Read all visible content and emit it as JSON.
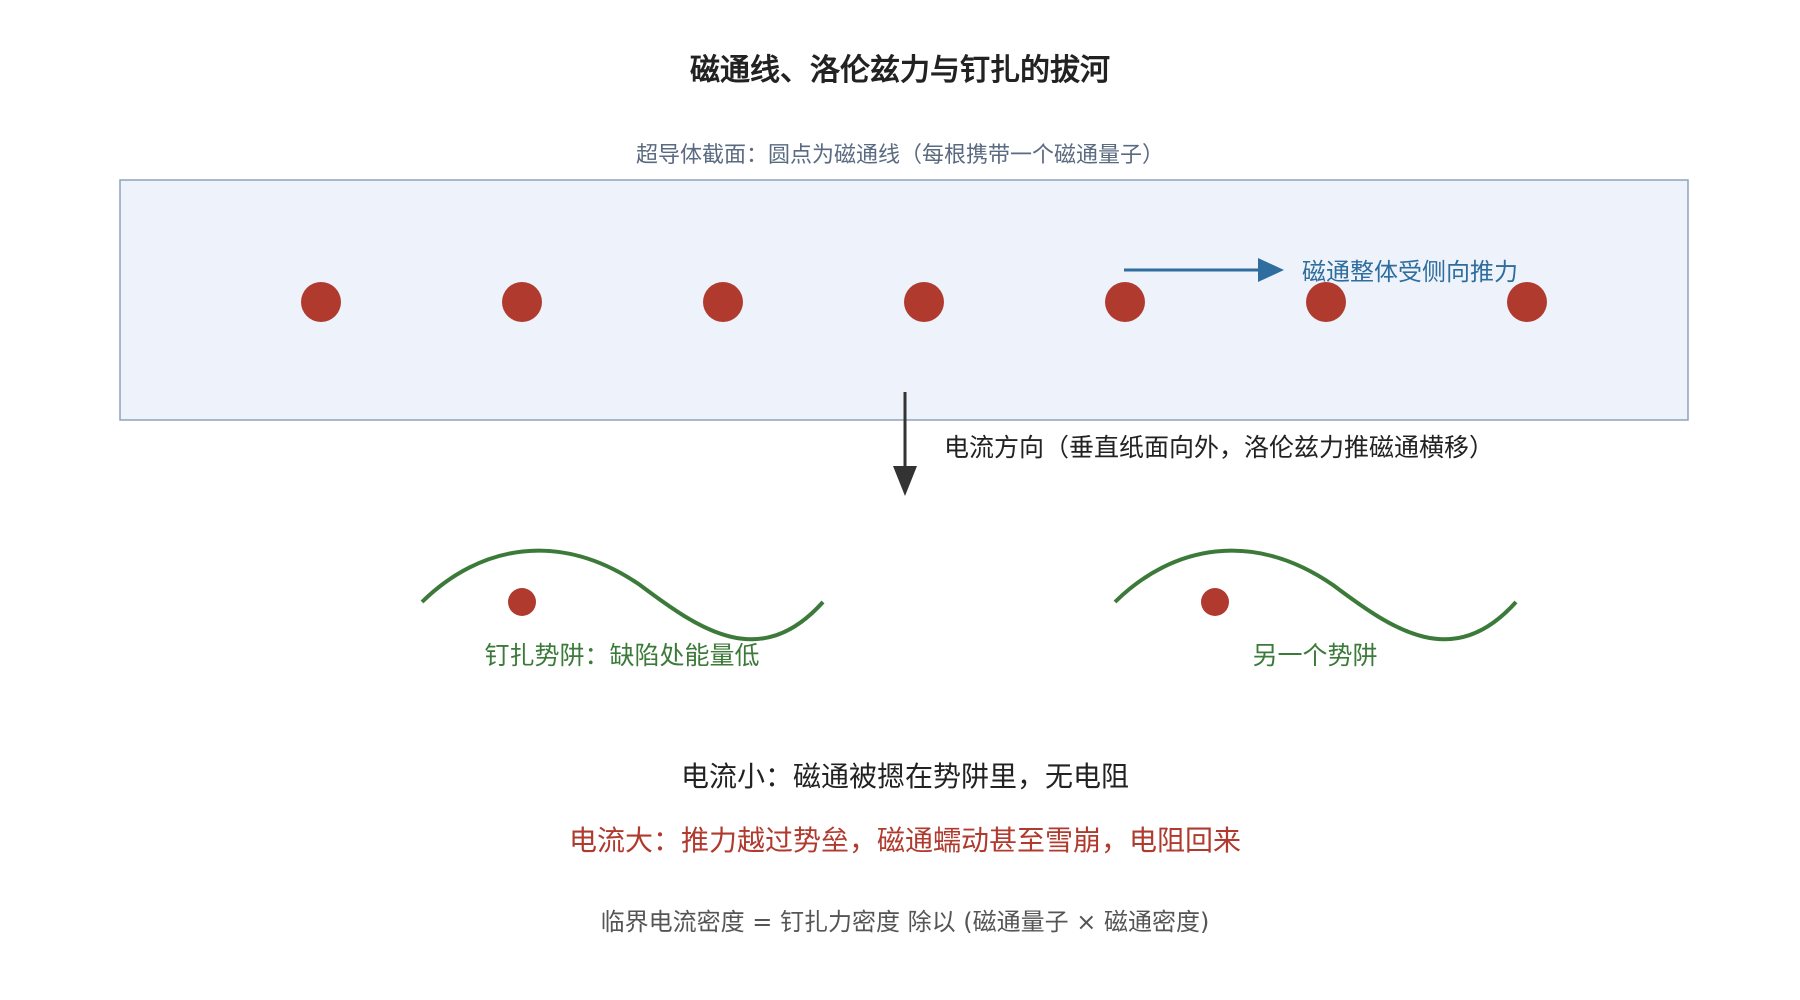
{
  "title": "磁通线、洛伦兹力与钉扎的拔河",
  "section_label": "超导体截面：圆点为磁通线（每根携带一个磁通量子）",
  "push_label": "磁通整体受侧向推力",
  "current_label": "电流方向（垂直纸面向外，洛伦兹力推磁通横移）",
  "wells": [
    {
      "label": "钉扎势阱：缺陷处能量低"
    },
    {
      "label": "另一个势阱"
    }
  ],
  "low_current": "电流小：磁通被摁在势阱里，无电阻",
  "high_current": "电流大：推力越过势垒，磁通蠕动甚至雪崩，电阻回来",
  "formula": "临界电流密度 = 钉扎力密度 除以 (磁通量子 × 磁通密度)",
  "flux_line_count": 7,
  "colors": {
    "flux_dot": "#b03a2e",
    "panel_fill": "#eef3fb",
    "panel_stroke": "#8ea2bb",
    "push_arrow": "#2e6d9e",
    "current_arrow": "#333333",
    "well_curve": "#3c7a3a",
    "high_current_text": "#b03a2e",
    "formula_text": "#555555",
    "section_label_text": "#5a6a80"
  }
}
